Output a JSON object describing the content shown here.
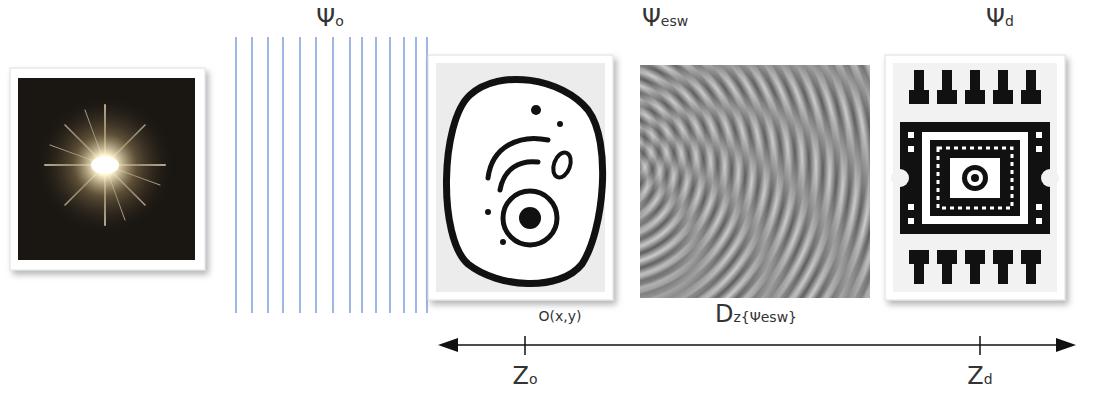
{
  "diagram": {
    "labels": [
      "Ψo",
      "Ψesw",
      "Ψd",
      "O(x,y)",
      "Dz{Ψesw}",
      "Zo",
      "Zd"
    ]
  }
}
